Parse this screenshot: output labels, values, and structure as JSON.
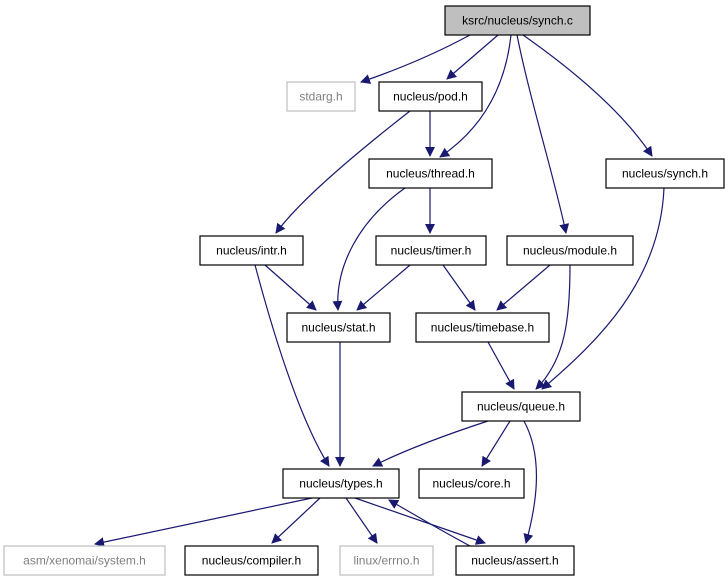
{
  "graph": {
    "colors": {
      "root_fill": "#bfbfbf",
      "node_fill": "#ffffff",
      "node_border": "#000000",
      "external_border": "#bfbfbf",
      "external_text": "#808080",
      "edge": "#191970"
    },
    "nodes": [
      {
        "id": "root",
        "label": "ksrc/nucleus/synch.c",
        "kind": "root"
      },
      {
        "id": "stdarg",
        "label": "stdarg.h",
        "kind": "external"
      },
      {
        "id": "pod",
        "label": "nucleus/pod.h",
        "kind": "normal"
      },
      {
        "id": "thread",
        "label": "nucleus/thread.h",
        "kind": "normal"
      },
      {
        "id": "synch_h",
        "label": "nucleus/synch.h",
        "kind": "normal"
      },
      {
        "id": "intr",
        "label": "nucleus/intr.h",
        "kind": "normal"
      },
      {
        "id": "timer",
        "label": "nucleus/timer.h",
        "kind": "normal"
      },
      {
        "id": "module",
        "label": "nucleus/module.h",
        "kind": "normal"
      },
      {
        "id": "stat",
        "label": "nucleus/stat.h",
        "kind": "normal"
      },
      {
        "id": "timebase",
        "label": "nucleus/timebase.h",
        "kind": "normal"
      },
      {
        "id": "queue",
        "label": "nucleus/queue.h",
        "kind": "normal"
      },
      {
        "id": "types",
        "label": "nucleus/types.h",
        "kind": "normal"
      },
      {
        "id": "core",
        "label": "nucleus/core.h",
        "kind": "normal"
      },
      {
        "id": "system",
        "label": "asm/xenomai/system.h",
        "kind": "external"
      },
      {
        "id": "compiler",
        "label": "nucleus/compiler.h",
        "kind": "normal"
      },
      {
        "id": "errno",
        "label": "linux/errno.h",
        "kind": "external"
      },
      {
        "id": "assert",
        "label": "nucleus/assert.h",
        "kind": "normal"
      }
    ],
    "edges": [
      {
        "from": "root",
        "to": "stdarg"
      },
      {
        "from": "root",
        "to": "pod"
      },
      {
        "from": "root",
        "to": "thread"
      },
      {
        "from": "root",
        "to": "module"
      },
      {
        "from": "root",
        "to": "synch_h"
      },
      {
        "from": "pod",
        "to": "thread"
      },
      {
        "from": "pod",
        "to": "intr"
      },
      {
        "from": "thread",
        "to": "stat"
      },
      {
        "from": "thread",
        "to": "timer"
      },
      {
        "from": "intr",
        "to": "stat"
      },
      {
        "from": "intr",
        "to": "types"
      },
      {
        "from": "timer",
        "to": "stat"
      },
      {
        "from": "timer",
        "to": "timebase"
      },
      {
        "from": "module",
        "to": "timebase"
      },
      {
        "from": "module",
        "to": "queue"
      },
      {
        "from": "synch_h",
        "to": "queue"
      },
      {
        "from": "timebase",
        "to": "queue"
      },
      {
        "from": "stat",
        "to": "types"
      },
      {
        "from": "queue",
        "to": "types"
      },
      {
        "from": "queue",
        "to": "core"
      },
      {
        "from": "queue",
        "to": "assert"
      },
      {
        "from": "types",
        "to": "system"
      },
      {
        "from": "types",
        "to": "compiler"
      },
      {
        "from": "types",
        "to": "errno"
      },
      {
        "from": "types",
        "to": "assert"
      },
      {
        "from": "assert",
        "to": "types"
      }
    ]
  }
}
